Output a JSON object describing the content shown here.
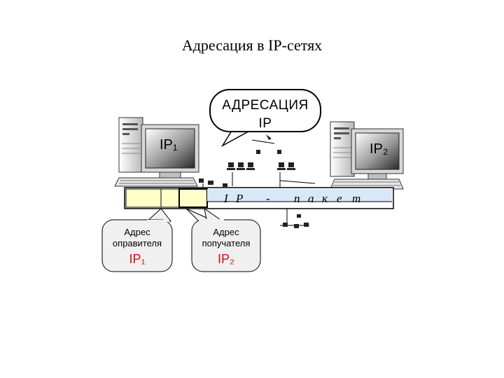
{
  "page": {
    "title": "Адресация в IP-сетях"
  },
  "diagram": {
    "top_bubble": {
      "line1": "АДРЕСАЦИЯ",
      "line2": "IP"
    },
    "computer_left": {
      "label": "IP₁"
    },
    "computer_right": {
      "label": "IP₂"
    },
    "packet": {
      "chars": [
        "I",
        "P",
        "-",
        "п",
        "а",
        "к",
        "е",
        "т"
      ]
    },
    "sender_bubble": {
      "line1": "Адрес",
      "line2": "оправителя",
      "ip": "IP₁"
    },
    "receiver_bubble": {
      "line1": "Адрес",
      "line2": "попучателя",
      "ip": "IP₂"
    },
    "colors": {
      "packet_header": "#ffffc8",
      "packet_body": "#d8e8f8",
      "bubble_fill": "#f0f0f0",
      "ip_red": "#d01010"
    }
  }
}
